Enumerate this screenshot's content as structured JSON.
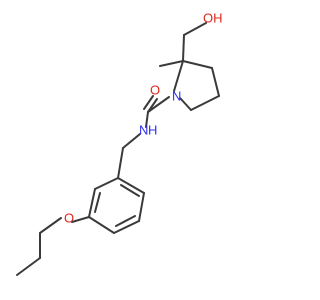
{
  "molecule": {
    "labels": {
      "hydroxyl": "OH",
      "carbonyl_oxygen": "O",
      "ring_nitrogen": "N",
      "amide_nitrogen": "N",
      "amide_hydrogen": "H",
      "ether_oxygen": "O",
      "methyl": "methyl"
    },
    "colors": {
      "bond": "#3a3a3a",
      "oxygen": "#e1251b",
      "nitrogen": "#2f2ff0",
      "background": "#ffffff"
    }
  }
}
